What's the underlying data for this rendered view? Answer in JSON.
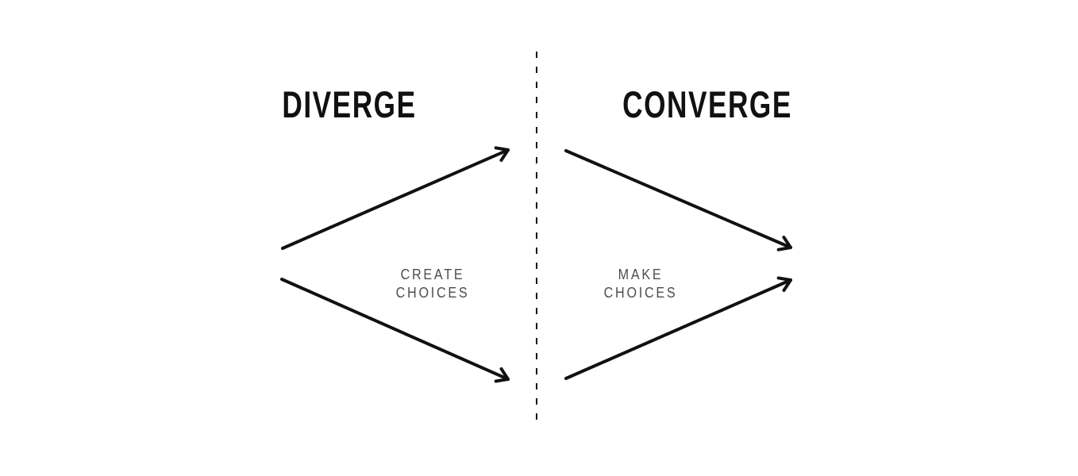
{
  "diagram": {
    "left": {
      "title": "DIVERGE",
      "caption": "CREATE\nCHOICES"
    },
    "right": {
      "title": "CONVERGE",
      "caption": "MAKE\nCHOICES"
    },
    "shapes": {
      "divider": "dashed-vertical-divider-line",
      "arrows": [
        "diverge-arrow-top-up-right",
        "diverge-arrow-bottom-down-right",
        "converge-arrow-top-down-right",
        "converge-arrow-bottom-up-right"
      ]
    },
    "colors": {
      "ink": "#111111",
      "caption": "#4d4d4d",
      "background": "#ffffff"
    }
  }
}
